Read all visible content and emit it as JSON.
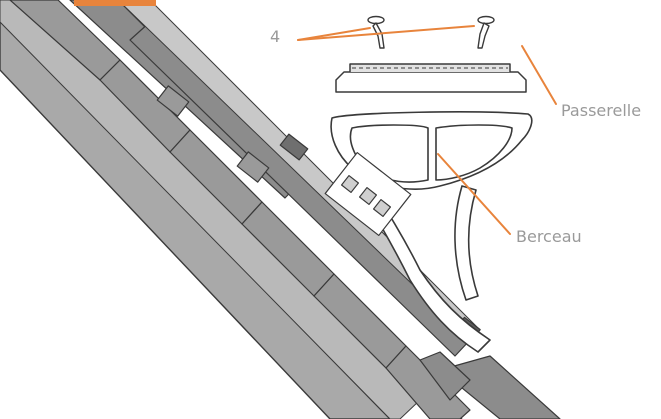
{
  "labels": {
    "screws": "4",
    "walkway": "Passerelle",
    "cradle": "Berceau"
  },
  "colors": {
    "leader": "#e8843c",
    "label_text": "#9a9a9a",
    "roof_dark": "#8c8c8c",
    "roof_mid": "#a9a9a9",
    "roof_light": "#c4c4c4",
    "outline": "#3a3a3a"
  }
}
